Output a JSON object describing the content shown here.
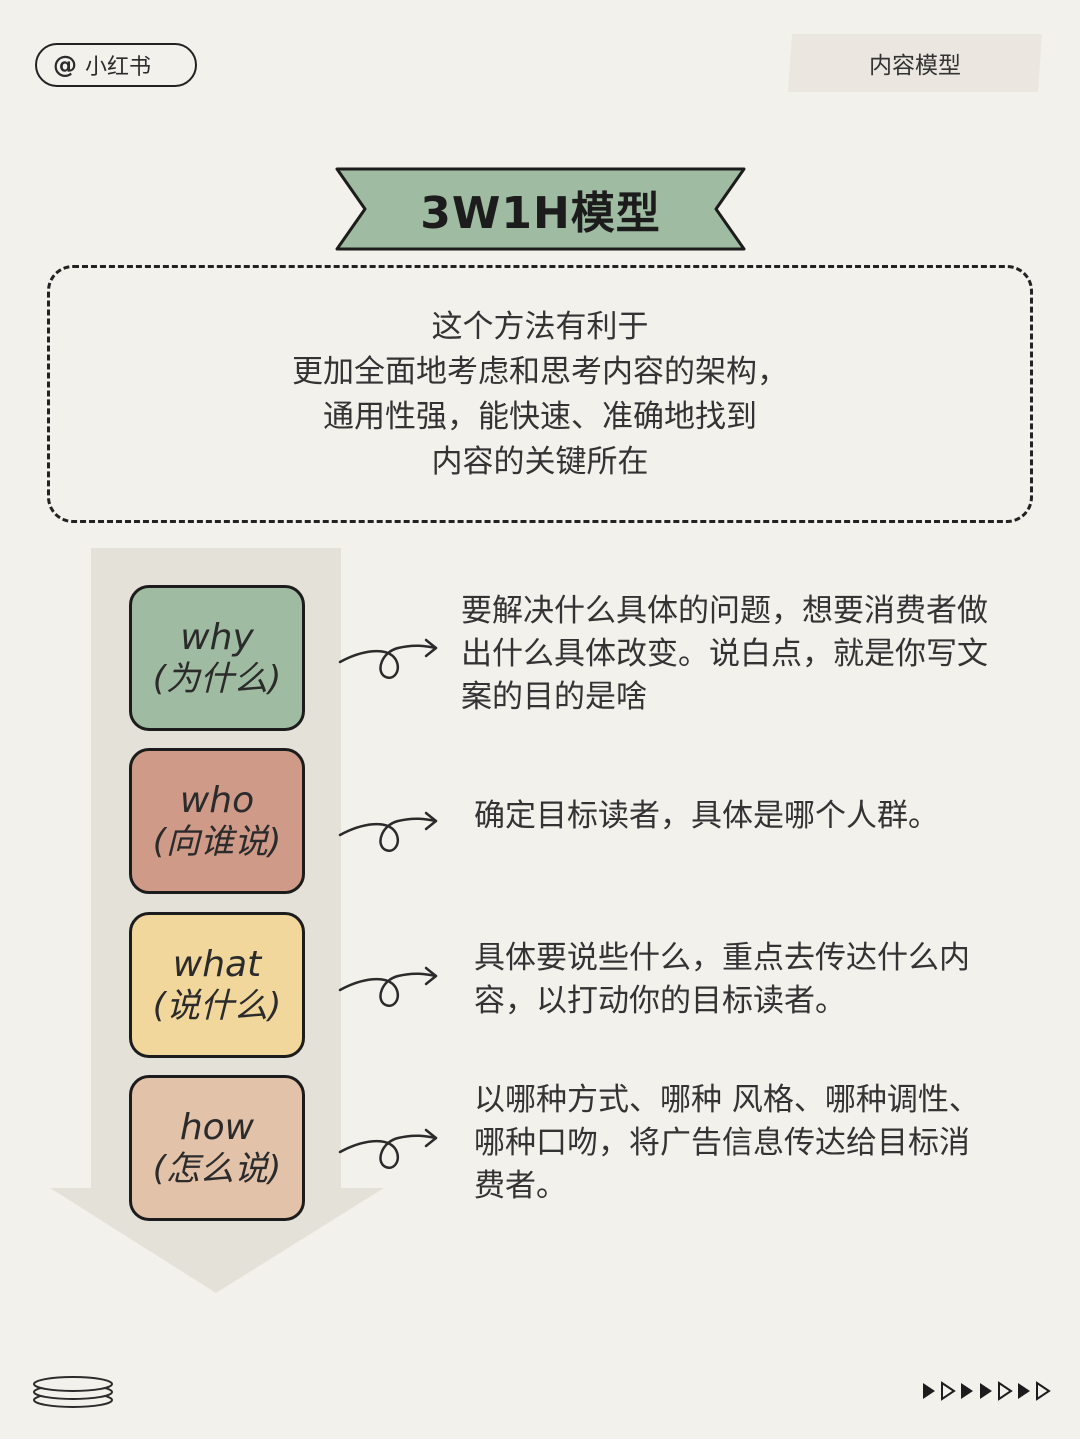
{
  "header": {
    "handle_at": "@",
    "handle_name": "小红书",
    "tag_label": "内容模型"
  },
  "banner": {
    "title": "3W1H模型"
  },
  "intro": {
    "lines": [
      "这个方法有利于",
      "更加全面地考虑和思考内容的架构，",
      "通用性强，能快速、准确地找到",
      "内容的关键所在"
    ]
  },
  "colors": {
    "background": "#f3f1ec",
    "banner": "#9fbba1",
    "why": "#9fbba1",
    "who": "#cf9b88",
    "what": "#f2d79c",
    "how": "#e3c2aa",
    "arrow": "#e4e2d8"
  },
  "items": [
    {
      "en": "why",
      "zh": "(为什么)",
      "desc": [
        "要解决什么具体的问题，想要消费者做",
        "出什么具体改变。说白点，就是你写文",
        "案的目的是啥"
      ]
    },
    {
      "en": "who",
      "zh": "(向谁说)",
      "desc": [
        "确定目标读者，具体是哪个人群。"
      ]
    },
    {
      "en": "what",
      "zh": "(说什么)",
      "desc": [
        "具体要说些什么，重点去传达什么内",
        "容，以打动你的目标读者。"
      ]
    },
    {
      "en": "how",
      "zh": "(怎么说)",
      "desc": [
        "以哪种方式、哪种 风格、哪种调性、",
        "哪种口吻，将广告信息传达给目标消",
        "费者。"
      ]
    }
  ],
  "icons": {
    "stack": "coin-stack-icon",
    "arrows": "triangle-arrows-icon",
    "curl": "curly-arrow-icon"
  }
}
